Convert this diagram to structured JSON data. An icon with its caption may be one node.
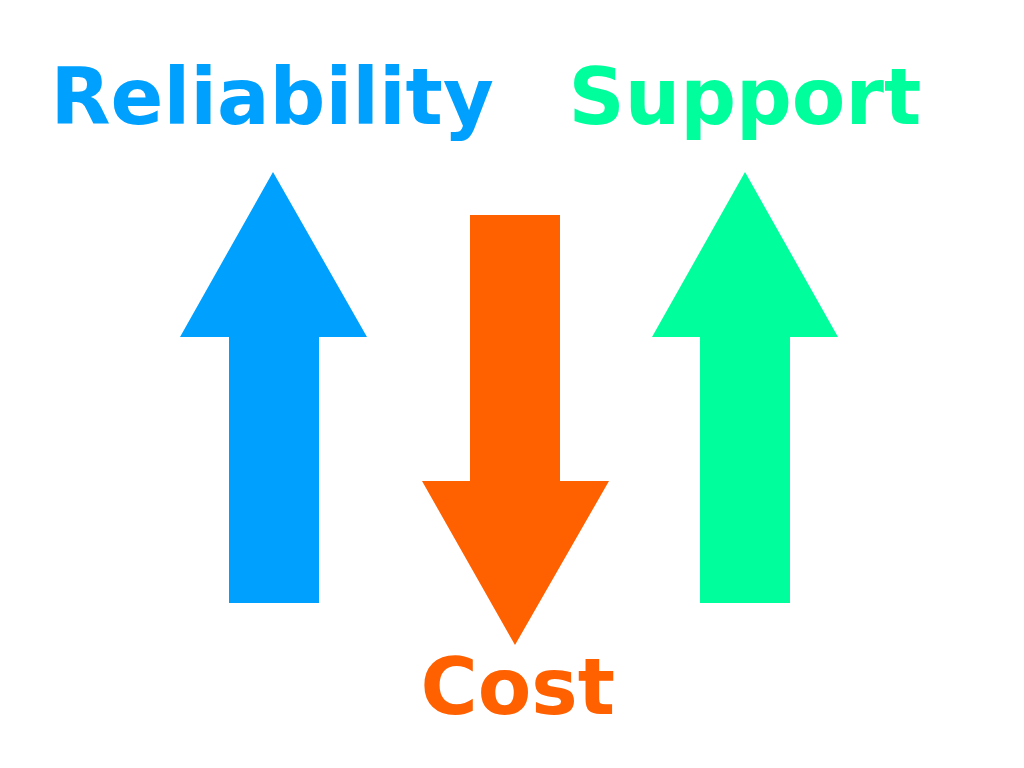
{
  "diagram": {
    "labels": [
      "Reliability",
      "Support",
      "Cost"
    ]
  }
}
